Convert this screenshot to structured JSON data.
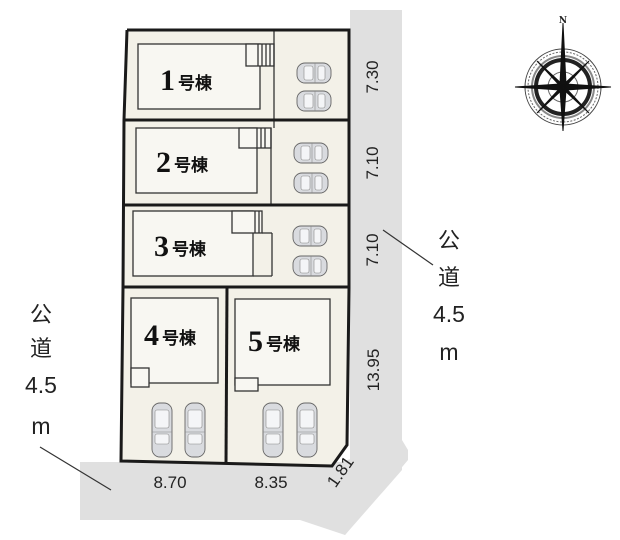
{
  "title": "区画図",
  "colors": {
    "lot": "#f3f1e8",
    "road": "#e0e0e0",
    "boundary": "#1a1a1a"
  },
  "buildings": [
    {
      "number": "1",
      "suffix": "号棟",
      "parking_spaces": 2
    },
    {
      "number": "2",
      "suffix": "号棟",
      "parking_spaces": 2
    },
    {
      "number": "3",
      "suffix": "号棟",
      "parking_spaces": 2
    },
    {
      "number": "4",
      "suffix": "号棟",
      "parking_spaces": 2
    },
    {
      "number": "5",
      "suffix": "号棟",
      "parking_spaces": 2
    }
  ],
  "dimensions": {
    "east": [
      "7.30",
      "7.10",
      "7.10",
      "13.95"
    ],
    "south": [
      "8.70",
      "8.35"
    ],
    "corner": "1.81"
  },
  "roads": {
    "west": {
      "label_line1": "公",
      "label_line2": "道",
      "width": "4.5",
      "unit": "m"
    },
    "east": {
      "label_line1": "公",
      "label_line2": "道",
      "width": "4.5",
      "unit": "m"
    }
  },
  "compass": {
    "north_label": "N",
    "icon": "compass-rose-icon"
  }
}
